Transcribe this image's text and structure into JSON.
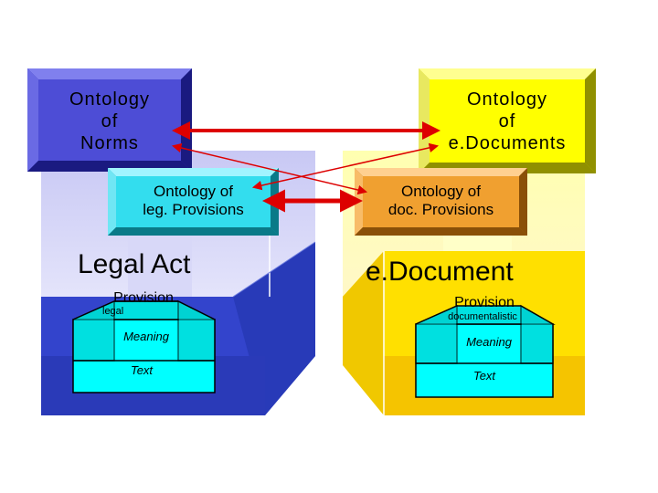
{
  "left": {
    "top_box": "Ontology\nof\nNorms",
    "mid_box": "Ontology of\nleg. Provisions",
    "cube_title": "Legal Act",
    "provision": "Provision",
    "provision_type": "legal",
    "meaning": "Meaning",
    "text": "Text"
  },
  "right": {
    "top_box": "Ontology\nof\ne.Documents",
    "mid_box": "Ontology of\ndoc. Provisions",
    "cube_title": "e.Document",
    "provision": "Provision",
    "provision_type": "documentalistic",
    "meaning": "Meaning",
    "text": "Text"
  },
  "colors": {
    "norms_box": "#4d4dd6",
    "edocs_box": "#ffff00",
    "leg_prov_box": "#33ddee",
    "doc_prov_box": "#f0a030",
    "arrow": "#dd0000",
    "left_cube": "#3344cc",
    "right_cube": "#ffdd00",
    "inner_cyan": "#00ffff"
  }
}
